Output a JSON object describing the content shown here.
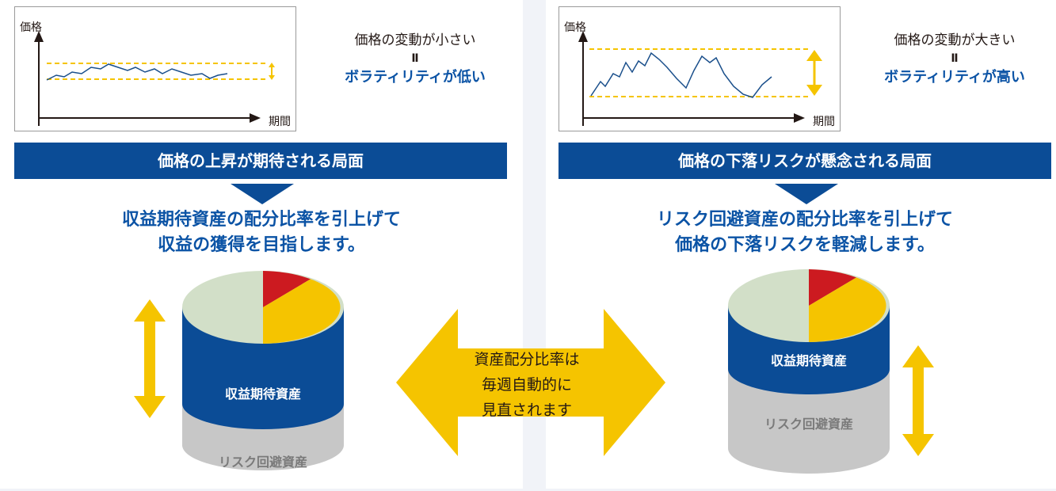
{
  "left": {
    "chart": {
      "y_label": "価格",
      "x_label": "期間"
    },
    "caption": {
      "line1": "価格の変動が小さい",
      "equals": "Ⅱ",
      "line2": "ボラティリティが低い"
    },
    "banner": "価格の上昇が期待される局面",
    "message": {
      "line1": "収益期待資産の配分比率を引上げて",
      "line2": "収益の獲得を目指します。"
    },
    "cylinder": {
      "upper_label": "収益期待資産",
      "lower_label": "リスク回避資産"
    }
  },
  "right": {
    "chart": {
      "y_label": "価格",
      "x_label": "期間"
    },
    "caption": {
      "line1": "価格の変動が大きい",
      "equals": "Ⅱ",
      "line2": "ボラティリティが高い"
    },
    "banner": "価格の下落リスクが懸念される局面",
    "message": {
      "line1": "リスク回避資産の配分比率を引上げて",
      "line2": "価格の下落リスクを軽減します。"
    },
    "cylinder": {
      "upper_label": "収益期待資産",
      "lower_label": "リスク回避資産"
    }
  },
  "center": {
    "line1": "資産配分比率は",
    "line2": "毎週自動的に",
    "line3": "見直されます"
  },
  "colors": {
    "navy": "#0b4c96",
    "blue_text": "#0b53a5",
    "yellow": "#f5c400",
    "red": "#cc1a20",
    "pale_green": "#d2dfc8",
    "gray": "#c7c7c7"
  }
}
